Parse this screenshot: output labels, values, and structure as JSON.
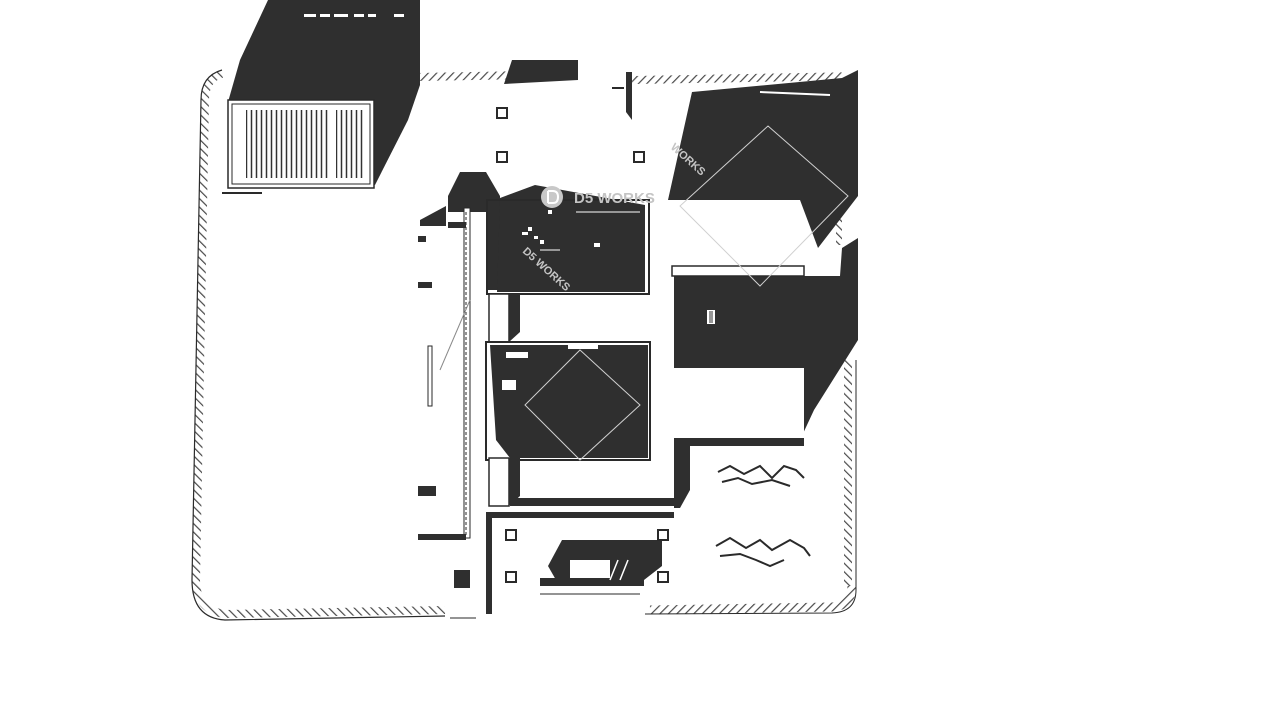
{
  "colors": {
    "background": "#ffffff",
    "shadow": "#2f2f2f",
    "line": "#2a2a2a",
    "hatch": "#555555",
    "watermark": "#bdbdbd"
  },
  "watermark": {
    "main_label": "D5 WORKS",
    "diagonal_label": "D5 WORKS",
    "corner_label": "WORKS",
    "icon": "d5-logo-icon"
  }
}
